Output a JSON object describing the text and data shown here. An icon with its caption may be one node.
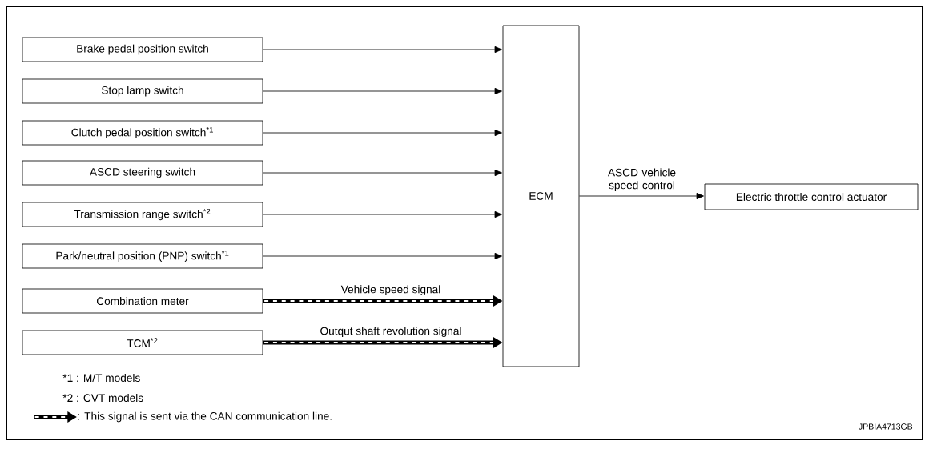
{
  "diagram": {
    "nodes": [
      {
        "text": [
          "Brake pedal position switch"
        ]
      },
      {
        "text": [
          "Stop lamp switch"
        ]
      },
      {
        "text": [
          "Clutch pedal position switch$^{*1}$"
        ]
      },
      {
        "text": [
          "ASCD steering switch"
        ]
      },
      {
        "text": [
          "Transmission range switch$^{*2}$"
        ]
      },
      {
        "text": [
          "Park/neutral position (PNP) switch$^{*1}$"
        ]
      },
      {
        "text": [
          "Combination meter"
        ]
      },
      {
        "text": [
          "TCM$^{*2}$"
        ]
      },
      {
        "text": [
          "ECM"
        ]
      },
      {
        "text": [
          "Electric throttle control actuator"
        ]
      }
    ],
    "edges": [
      {
        "from": 0,
        "to": 8,
        "arrow": "to"
      },
      {
        "from": 1,
        "to": 8,
        "arrow": "to"
      },
      {
        "from": 2,
        "to": 8,
        "arrow": "to"
      },
      {
        "from": 3,
        "to": 8,
        "arrow": "to"
      },
      {
        "from": 4,
        "to": 8,
        "arrow": "to"
      },
      {
        "from": 5,
        "to": 8,
        "arrow": "to"
      },
      {
        "from": 6,
        "to": 8,
        "arrow": "to",
        "label": "Vehicle speed signal",
        "style": "thick"
      },
      {
        "from": 7,
        "to": 8,
        "arrow": "to",
        "label": "Outqut shaft revolution signal",
        "style": "thick"
      },
      {
        "from": 8,
        "to": 9,
        "arrow": "to",
        "label": "ASCD vehicle speed control"
      }
    ],
    "labels": [
      "*1 : M/T models",
      "*2 : CVT models",
      "JPBIA4713GB"
    ],
    "legend": [
      {
        "text": ": This signal is sent via the CAN communication line."
      }
    ]
  }
}
